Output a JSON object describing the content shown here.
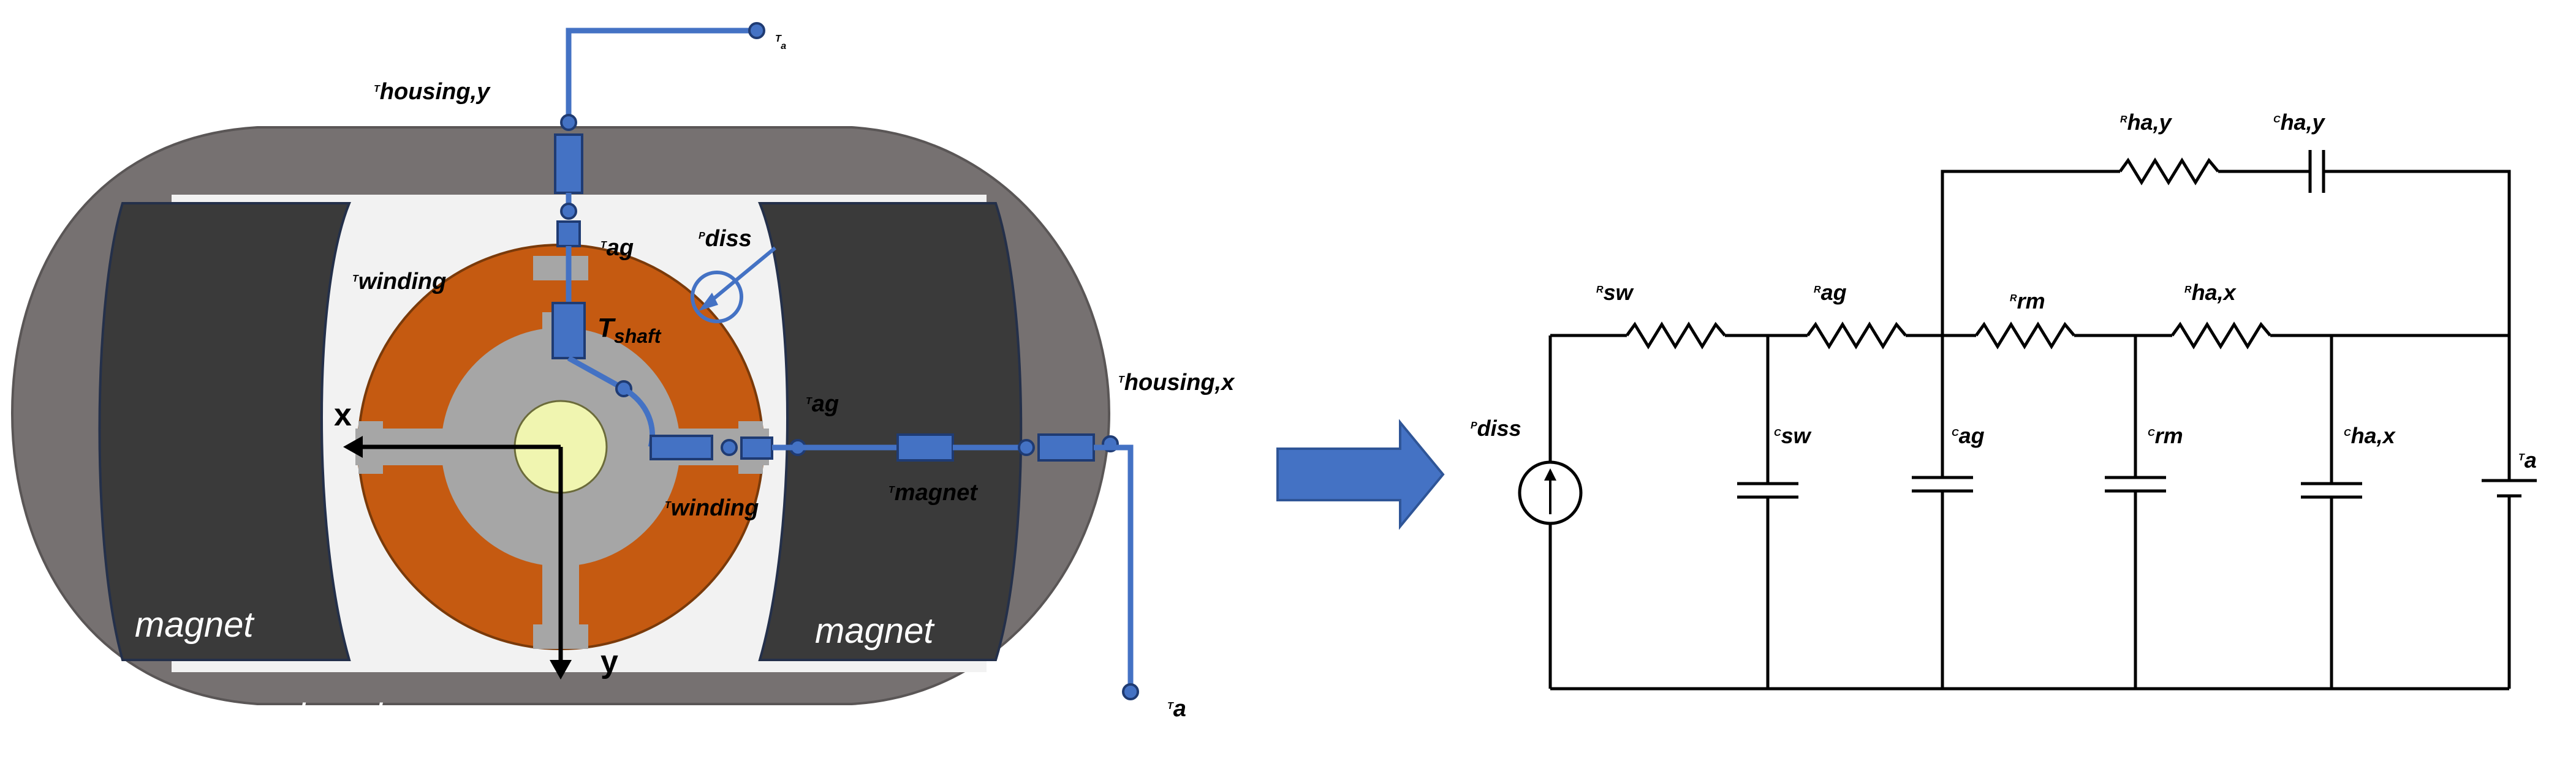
{
  "motor": {
    "labels": {
      "magnet_left": "magnet",
      "magnet_right": "magnet",
      "housing": "housing",
      "axis_x": "x",
      "axis_y": "y"
    },
    "temps": {
      "t_a_top": {
        "main": "T",
        "sub": "a"
      },
      "t_housing_y": {
        "main": "T",
        "sub": "housing,y"
      },
      "t_ag_top": {
        "main": "T",
        "sub": "ag"
      },
      "p_diss": {
        "main": "P",
        "sub": "diss"
      },
      "t_winding_top": {
        "main": "T",
        "sub": "winding"
      },
      "t_shaft": {
        "main": "T",
        "sub": "shaft"
      },
      "t_ag_right": {
        "main": "T",
        "sub": "ag"
      },
      "t_housing_x": {
        "main": "T",
        "sub": "housing,x"
      },
      "t_winding_right": {
        "main": "T",
        "sub": "winding"
      },
      "t_magnet": {
        "main": "T",
        "sub": "magnet"
      },
      "t_a_bottom": {
        "main": "T",
        "sub": "a"
      }
    }
  },
  "circuit": {
    "resistors": {
      "r_sw": {
        "main": "R",
        "sub": "sw"
      },
      "r_ag": {
        "main": "R",
        "sub": "ag"
      },
      "r_rm": {
        "main": "R",
        "sub": "rm"
      },
      "r_hax": {
        "main": "R",
        "sub": "ha,x"
      },
      "r_hay": {
        "main": "R",
        "sub": "ha,y"
      }
    },
    "capacitors": {
      "c_sw": {
        "main": "C",
        "sub": "sw"
      },
      "c_ag": {
        "main": "C",
        "sub": "ag"
      },
      "c_rm": {
        "main": "C",
        "sub": "rm"
      },
      "c_hax": {
        "main": "C",
        "sub": "ha,x"
      },
      "c_hay": {
        "main": "C",
        "sub": "ha,y"
      }
    },
    "sources": {
      "p_diss": {
        "main": "P",
        "sub": "diss"
      },
      "t_a": {
        "main": "T",
        "sub": "a"
      }
    }
  },
  "colors": {
    "housing": "#767171",
    "magnet": "#3a3a3a",
    "winding": "#c55a11",
    "stator_gray": "#a6a6a6",
    "shaft": "#f0f5b0",
    "blue": "#4472c4"
  }
}
